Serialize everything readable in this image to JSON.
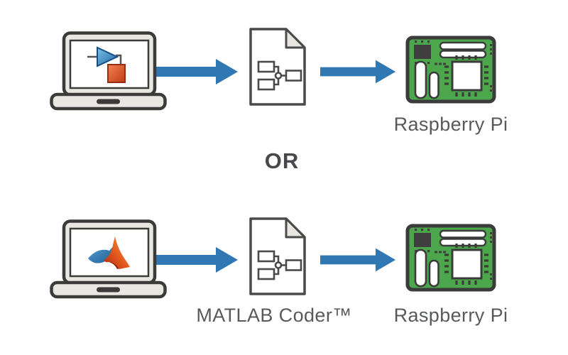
{
  "colors": {
    "arrow_blue": "#3078B4",
    "board_green": "#4CA74C",
    "outline_dark": "#3B3B3B",
    "laptop_gray": "#E9E7E2",
    "fold_gray": "#E8E6E0",
    "label_gray": "#58595B",
    "simulink_blue": "#2F7BB5",
    "simulink_orange": "#D9531E",
    "matlab_orange": "#E2571D",
    "matlab_blue": "#2D7AB8"
  },
  "divider": {
    "label": "OR"
  },
  "rows": [
    {
      "name": "simulink-to-raspberry-pi",
      "source_icon": "laptop-simulink-icon",
      "arrow_icon": "flow-arrow-icon",
      "file_icon": "generated-code-file-icon",
      "board_icon": "raspberry-pi-board-icon",
      "file_label": "",
      "board_label": "Raspberry Pi"
    },
    {
      "name": "matlab-to-raspberry-pi",
      "source_icon": "laptop-matlab-icon",
      "arrow_icon": "flow-arrow-icon",
      "file_icon": "generated-code-file-icon",
      "board_icon": "raspberry-pi-board-icon",
      "file_label": "MATLAB Coder™",
      "board_label": "Raspberry Pi"
    }
  ]
}
